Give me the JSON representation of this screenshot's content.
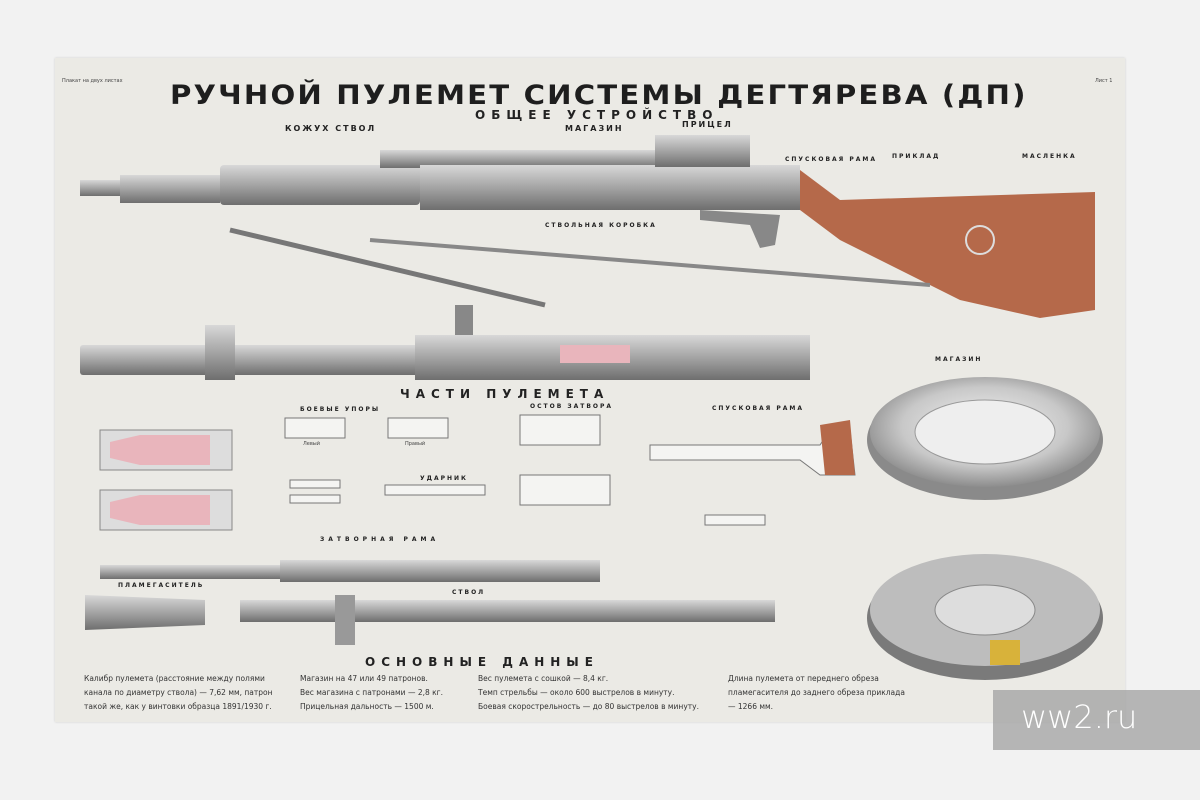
{
  "poster": {
    "corner_left": "Плакат на двух листах",
    "corner_right": "Лист 1",
    "title": "РУЧНОЙ ПУЛЕМЕТ СИСТЕМЫ ДЕГТЯРЕВА (ДП)",
    "subtitle": "ОБЩЕЕ УСТРОЙСТВО",
    "general_labels": [
      "КОЖУХ СТВОЛ",
      "МАГАЗИН",
      "ПРИЦЕЛ",
      "СПУСКОВАЯ РАМА",
      "ПРИКЛАД",
      "МАСЛЕНКА",
      "СТВОЛЬНАЯ КОРОБКА"
    ],
    "parts_title": "ЧАСТИ ПУЛЕМЕТА",
    "parts_labels": {
      "combat_stops": "БОЕВЫЕ УПОРЫ",
      "bolt_body": "ОСТОВ ЗАТВОРА",
      "striker": "УДАРНИК",
      "trigger_frame": "СПУСКОВАЯ РАМА",
      "bolt_carrier": "ЗАТВОРНАЯ РАМА",
      "flash_hider": "ПЛАМЕГАСИТЕЛЬ",
      "barrel": "СТВОЛ",
      "magazine": "МАГАЗИН",
      "left": "Левый",
      "right": "Правый"
    },
    "main_data_title": "ОСНОВНЫЕ ДАННЫЕ",
    "main_data": [
      "Калибр пулемета (расстояние между полями канала по диаметру ствола) — 7,62 мм, патрон такой же, как у винтовки образца 1891/1930 г.",
      "Магазин на 47 или 49 патронов.",
      "Вес магазина с патронами — 2,8 кг.",
      "Прицельная дальность — 1500 м.",
      "Вес пулемета с сошкой — 8,4 кг.",
      "Темп стрельбы — около 600 выстрелов в минуту.",
      "Боевая скорострельность — до 80 выстрелов в минуту.",
      "Длина пулемета от переднего обреза пламегасителя до заднего обреза приклада — 1266 мм."
    ]
  },
  "watermark": "ww2.ru",
  "colors": {
    "stock": "#b5694a",
    "metal": "#a9a9a9",
    "paper": "#ebeae5"
  }
}
